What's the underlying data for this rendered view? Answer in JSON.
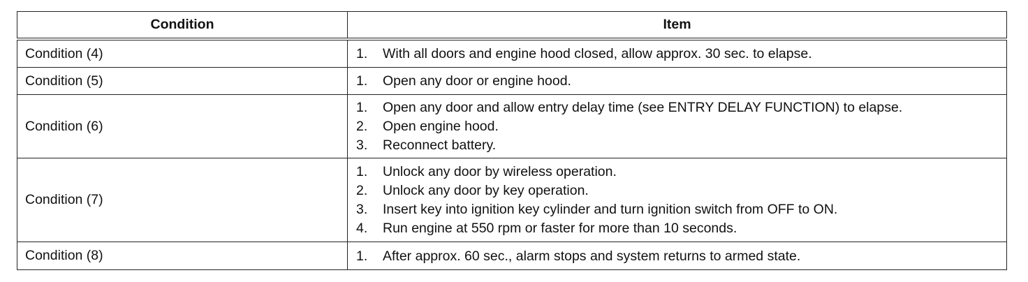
{
  "table": {
    "headers": {
      "condition": "Condition",
      "item": "Item"
    },
    "rows": [
      {
        "condition": "Condition (4)",
        "items": [
          {
            "num": "1.",
            "text": "With all doors and engine hood closed, allow approx. 30 sec. to elapse."
          }
        ]
      },
      {
        "condition": "Condition (5)",
        "items": [
          {
            "num": "1.",
            "text": "Open any door or engine hood."
          }
        ]
      },
      {
        "condition": "Condition (6)",
        "items": [
          {
            "num": "1.",
            "text": "Open any door and allow entry delay time (see ENTRY DELAY FUNCTION) to elapse."
          },
          {
            "num": "2.",
            "text": "Open engine hood."
          },
          {
            "num": "3.",
            "text": "Reconnect battery."
          }
        ]
      },
      {
        "condition": "Condition (7)",
        "items": [
          {
            "num": "1.",
            "text": "Unlock any door by wireless operation."
          },
          {
            "num": "2.",
            "text": "Unlock any door by key operation."
          },
          {
            "num": "3.",
            "text": "Insert key into ignition key cylinder and turn ignition switch from OFF to ON."
          },
          {
            "num": "4.",
            "text": "Run engine at 550 rpm or faster for more than 10 seconds."
          }
        ]
      },
      {
        "condition": "Condition (8)",
        "items": [
          {
            "num": "1.",
            "text": "After approx. 60 sec., alarm stops and system returns to armed state."
          }
        ]
      }
    ]
  }
}
